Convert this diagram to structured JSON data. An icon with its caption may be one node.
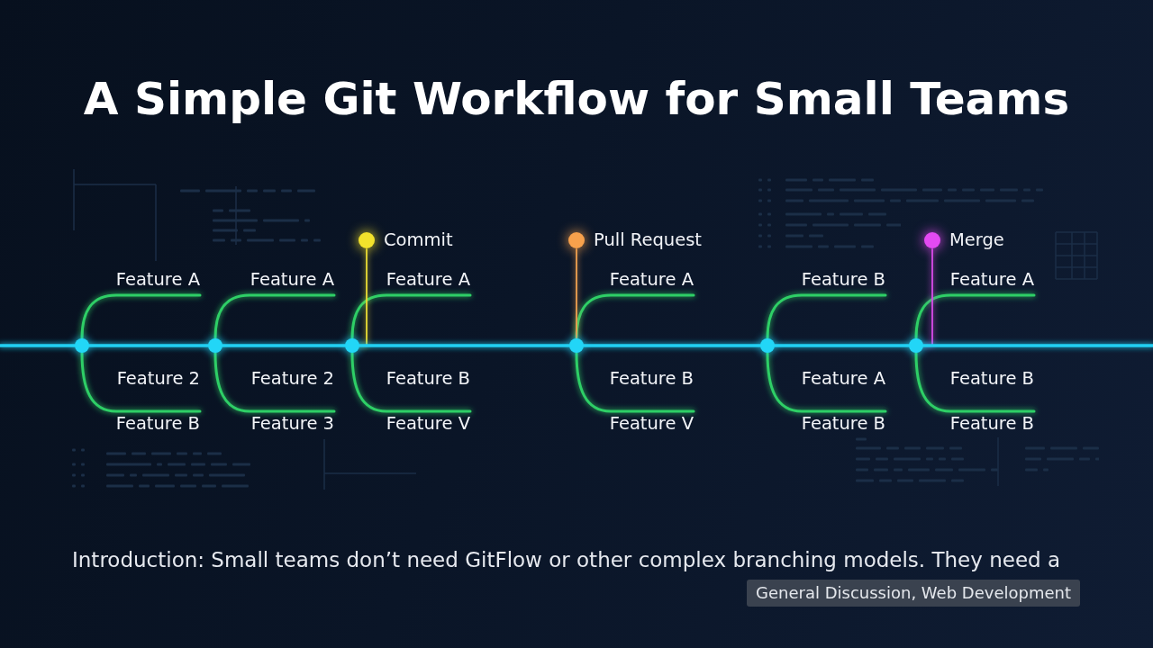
{
  "diagram": {
    "title": "A Simple Git Workflow for Small Teams",
    "nodes": [
      {
        "text": [
          "Commit"
        ]
      },
      {
        "text": [
          "Pull Request"
        ]
      },
      {
        "text": [
          "Merge"
        ]
      },
      {
        "text": [
          "Feature A"
        ]
      },
      {
        "text": [
          "Feature A"
        ]
      },
      {
        "text": [
          "Feature A"
        ]
      },
      {
        "text": [
          "Feature A"
        ]
      },
      {
        "text": [
          "Feature B"
        ]
      },
      {
        "text": [
          "Feature A"
        ]
      },
      {
        "text": [],
        "shape": "circle"
      },
      {
        "text": [],
        "shape": "circle"
      },
      {
        "text": [],
        "shape": "circle"
      },
      {
        "text": [],
        "shape": "circle"
      },
      {
        "text": [],
        "shape": "circle"
      },
      {
        "text": [],
        "shape": "circle"
      },
      {
        "text": [
          "Feature B"
        ]
      },
      {
        "text": [
          "Feature 3"
        ]
      },
      {
        "text": [
          "Feature V"
        ]
      },
      {
        "text": [
          "Feature V"
        ]
      },
      {
        "text": [
          "Feature B"
        ]
      },
      {
        "text": [
          "Feature B"
        ]
      }
    ],
    "edges": [
      {
        "from": null,
        "to": 9,
        "arrow": "none",
        "color": "#22cff2"
      },
      {
        "from": 9,
        "to": 10,
        "arrow": "none",
        "color": "#22cff2"
      },
      {
        "from": 10,
        "to": 11,
        "arrow": "none",
        "color": "#22cff2"
      },
      {
        "from": 11,
        "to": 12,
        "arrow": "none",
        "color": "#22cff2"
      },
      {
        "from": 12,
        "to": 13,
        "arrow": "none",
        "color": "#22cff2"
      },
      {
        "from": 13,
        "to": 14,
        "arrow": "none",
        "color": "#22cff2"
      },
      {
        "from": 14,
        "to": null,
        "arrow": "none",
        "color": "#22cff2"
      },
      {
        "from": 9,
        "to": 3,
        "arrow": "none"
      },
      {
        "from": 9,
        "to": 15,
        "arrow": "none"
      },
      {
        "from": 10,
        "to": 4,
        "arrow": "none"
      },
      {
        "from": 10,
        "to": 16,
        "arrow": "none"
      },
      {
        "from": 11,
        "to": 5,
        "arrow": "none"
      },
      {
        "from": 11,
        "to": 17,
        "arrow": "none"
      },
      {
        "from": 12,
        "to": 6,
        "arrow": "none"
      },
      {
        "from": 12,
        "to": 18,
        "arrow": "none"
      },
      {
        "from": 13,
        "to": 7,
        "arrow": "none"
      },
      {
        "from": 13,
        "to": 19,
        "arrow": "none"
      },
      {
        "from": 14,
        "to": 8,
        "arrow": "none"
      },
      {
        "from": 14,
        "to": 20,
        "arrow": "none"
      },
      {
        "from": 0,
        "to": 11,
        "arrow": "none",
        "color": "#e9dc34"
      },
      {
        "from": 1,
        "to": 12,
        "arrow": "none",
        "color": "#f0a050"
      },
      {
        "from": 2,
        "to": 14,
        "arrow": "none",
        "color": "#d84ae8"
      }
    ],
    "labels": [
      "Feature 2",
      "Feature 2",
      "Feature B",
      "Feature B",
      "Feature A",
      "Feature B",
      "Introduction: Small teams don’t need GitFlow or other complex branching models. They need a",
      "General Discussion, Web Development"
    ]
  }
}
